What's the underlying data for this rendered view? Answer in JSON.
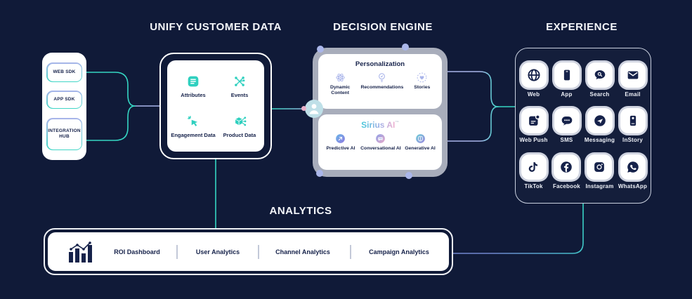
{
  "headers": {
    "unify": "UNIFY CUSTOMER DATA",
    "decision": "DECISION ENGINE",
    "experience": "EXPERIENCE",
    "analytics": "ANALYTICS"
  },
  "sources": {
    "items": [
      {
        "label": "WEB SDK"
      },
      {
        "label": "APP SDK"
      },
      {
        "label": "INTEGRATION HUB"
      }
    ]
  },
  "unify": {
    "items": [
      {
        "label": "Attributes",
        "icon": "attributes-list-icon"
      },
      {
        "label": "Events",
        "icon": "events-network-icon"
      },
      {
        "label": "Engagement Data",
        "icon": "engagement-tap-icon"
      },
      {
        "label": "Product Data",
        "icon": "product-cube-icon"
      }
    ]
  },
  "decision": {
    "personalization": {
      "title": "Personalization",
      "items": [
        {
          "label": "Dynamic Content",
          "icon": "atom-icon"
        },
        {
          "label": "Recommendations",
          "icon": "lightbulb-icon"
        },
        {
          "label": "Stories",
          "icon": "heart-circle-icon"
        }
      ]
    },
    "sirius": {
      "title": "Sirius AI",
      "trademark": "™",
      "items": [
        {
          "label": "Predictive AI",
          "icon": "predictive-arrow-icon"
        },
        {
          "label": "Conversational AI",
          "icon": "chat-bubbles-icon"
        },
        {
          "label": "Generative AI",
          "icon": "brain-icon"
        }
      ]
    }
  },
  "experience": {
    "channels": [
      {
        "label": "Web",
        "icon": "globe-icon"
      },
      {
        "label": "App",
        "icon": "smartphone-icon"
      },
      {
        "label": "Search",
        "icon": "search-bubble-icon"
      },
      {
        "label": "Email",
        "icon": "envelope-icon"
      },
      {
        "label": "Web Push",
        "icon": "web-push-icon"
      },
      {
        "label": "SMS",
        "icon": "sms-bubble-icon"
      },
      {
        "label": "Messaging",
        "icon": "send-message-icon"
      },
      {
        "label": "InStory",
        "icon": "instory-phone-icon"
      },
      {
        "label": "TikTok",
        "icon": "tiktok-icon"
      },
      {
        "label": "Facebook",
        "icon": "facebook-icon"
      },
      {
        "label": "Instagram",
        "icon": "instagram-icon"
      },
      {
        "label": "WhatsApp",
        "icon": "whatsapp-icon"
      }
    ]
  },
  "analytics": {
    "icon": "bar-chart-icon",
    "items": [
      {
        "label": "ROI Dashboard"
      },
      {
        "label": "User Analytics"
      },
      {
        "label": "Channel Analytics"
      },
      {
        "label": "Campaign Analytics"
      }
    ]
  },
  "colors": {
    "background": "#101a38",
    "teal": "#35d6c3",
    "periwinkle": "#a9b4ea",
    "container_gray": "#a8adbb",
    "navy": "#16224a",
    "wire_blue": "#7187d0"
  }
}
